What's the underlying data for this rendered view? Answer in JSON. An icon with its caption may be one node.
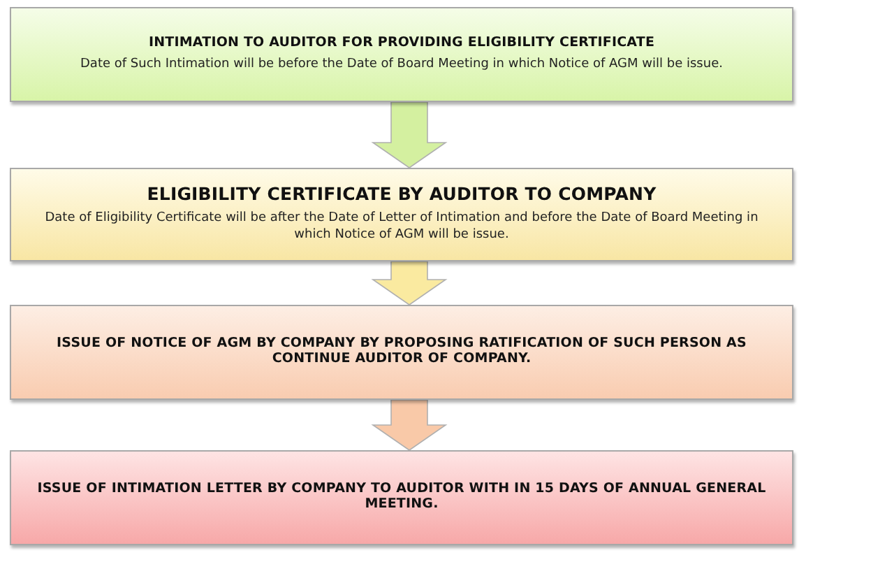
{
  "diagram": {
    "nodes": [
      {
        "text": [
          "INTIMATION TO AUDITOR FOR PROVIDING ELIGIBILITY CERTIFICATE",
          "Date of Such Intimation will be before the Date of Board Meeting in which Notice of AGM will be issue."
        ]
      },
      {
        "text": [
          "ELIGIBILITY CERTIFICATE BY AUDITOR TO COMPANY",
          "Date of Eligibility Certificate will be after the Date of Letter of Intimation and before the Date of Board Meeting in which Notice of AGM will be issue."
        ]
      },
      {
        "text": [
          "ISSUE OF NOTICE OF AGM BY COMPANY BY PROPOSING RATIFICATION OF SUCH PERSON AS CONTINUE AUDITOR OF COMPANY."
        ]
      },
      {
        "text": [
          "ISSUE OF INTIMATION LETTER BY COMPANY TO AUDITOR WITH IN 15 DAYS OF ANNUAL GENERAL MEETING."
        ]
      }
    ],
    "edges": [
      {
        "from": 0,
        "to": 1,
        "arrow": "to",
        "color": "#d4f0a0"
      },
      {
        "from": 1,
        "to": 2,
        "arrow": "to",
        "color": "#faeaa0"
      },
      {
        "from": 2,
        "to": 3,
        "arrow": "to",
        "color": "#f9c9a8"
      }
    ]
  }
}
